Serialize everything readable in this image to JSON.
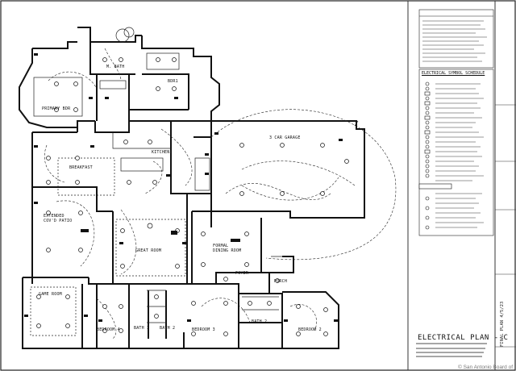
{
  "plan": {
    "title": "ELECTRICAL PLAN - C",
    "rooms": {
      "m_bath": "M. BATH",
      "bedroom_top": "BDR1",
      "primary_bdr": "PRIMARY BDR",
      "kitchen": "KITCHEN",
      "breakfast": "BREAKFAST",
      "garage": "3 CAR GARAGE",
      "extended_patio": "EXTENDED\nCOV'D PATIO",
      "great_room": "GREAT ROOM",
      "formal_dining": "FORMAL\nDINING ROOM",
      "foyer": "FOYER",
      "porch": "PORCH",
      "game_room": "GAME ROOM",
      "bedroom4": "BEDROOM 4",
      "bath3": "BATH 3",
      "bath2_left": "BATH 2",
      "bedroom3": "BEDROOM 3",
      "bath2_right": "BATH 2",
      "bedroom2": "BEDROOM 2"
    }
  },
  "legend": {
    "schedule_title": "ELECTRICAL SYMBOL SCHEDULE"
  },
  "title_block": {
    "final_plan": "FINAL PLAN 4/5/23"
  },
  "watermark": "© San Antonio Board of"
}
